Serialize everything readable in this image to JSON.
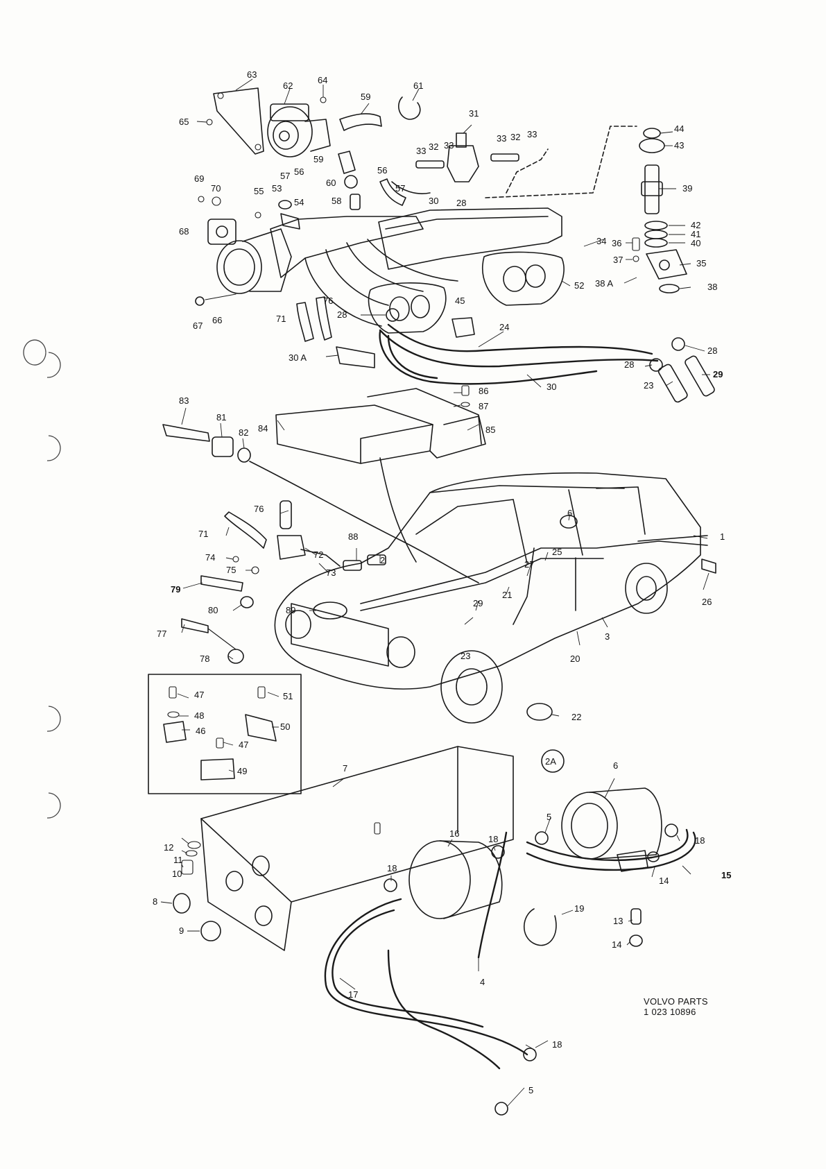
{
  "parts": [
    "1",
    "2",
    "3",
    "4",
    "5",
    "5",
    "6",
    "6",
    "7",
    "8",
    "9",
    "10",
    "11",
    "12",
    "13",
    "14",
    "14",
    "15",
    "16",
    "17",
    "18",
    "18",
    "18",
    "18",
    "19",
    "20",
    "21",
    "22",
    "23",
    "23",
    "24",
    "25",
    "26",
    "27",
    "28",
    "28",
    "28",
    "28",
    "29",
    "29",
    "30",
    "30",
    "30 A",
    "31",
    "32",
    "32",
    "33",
    "33",
    "33",
    "33",
    "34",
    "35",
    "36",
    "37",
    "38",
    "38 A",
    "39",
    "40",
    "41",
    "42",
    "43",
    "44",
    "45",
    "46",
    "47",
    "47",
    "48",
    "49",
    "50",
    "51",
    "52",
    "53",
    "54",
    "55",
    "56",
    "56",
    "57",
    "57",
    "58",
    "59",
    "59",
    "60",
    "61",
    "62",
    "63",
    "64",
    "65",
    "66",
    "67",
    "68",
    "69",
    "70",
    "71",
    "71",
    "72",
    "73",
    "74",
    "75",
    "76",
    "76",
    "77",
    "78",
    "79",
    "80",
    "81",
    "82",
    "83",
    "84",
    "85",
    "86",
    "87",
    "88",
    "89",
    "2A"
  ],
  "reference": {
    "line1": "VOLVO PARTS",
    "line2": "1  023  10896"
  }
}
